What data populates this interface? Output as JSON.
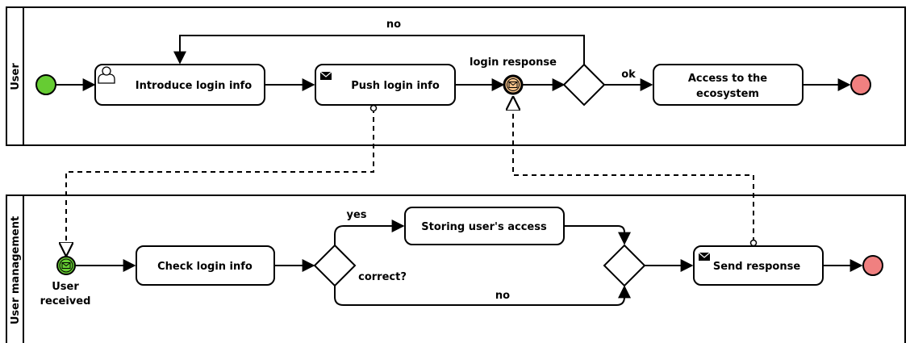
{
  "lanes": [
    {
      "name": "User"
    },
    {
      "name": "User management"
    }
  ],
  "tasks": {
    "introduce": "Introduce login info",
    "push": "Push login info",
    "access_line1": "Access to the",
    "access_line2": "ecosystem",
    "check": "Check login info",
    "storing": "Storing user's access",
    "send": "Send response"
  },
  "events": {
    "login_response": "login response",
    "user_received_line1": "User",
    "user_received_line2": "received"
  },
  "edges": {
    "no_top": "no",
    "ok": "ok",
    "yes": "yes",
    "correct": "correct?",
    "no_bottom": "no"
  },
  "colors": {
    "start_event": "#66cc33",
    "end_event": "#f08080",
    "message_event": "#f5c28a",
    "message_catch": "#66cc33"
  }
}
